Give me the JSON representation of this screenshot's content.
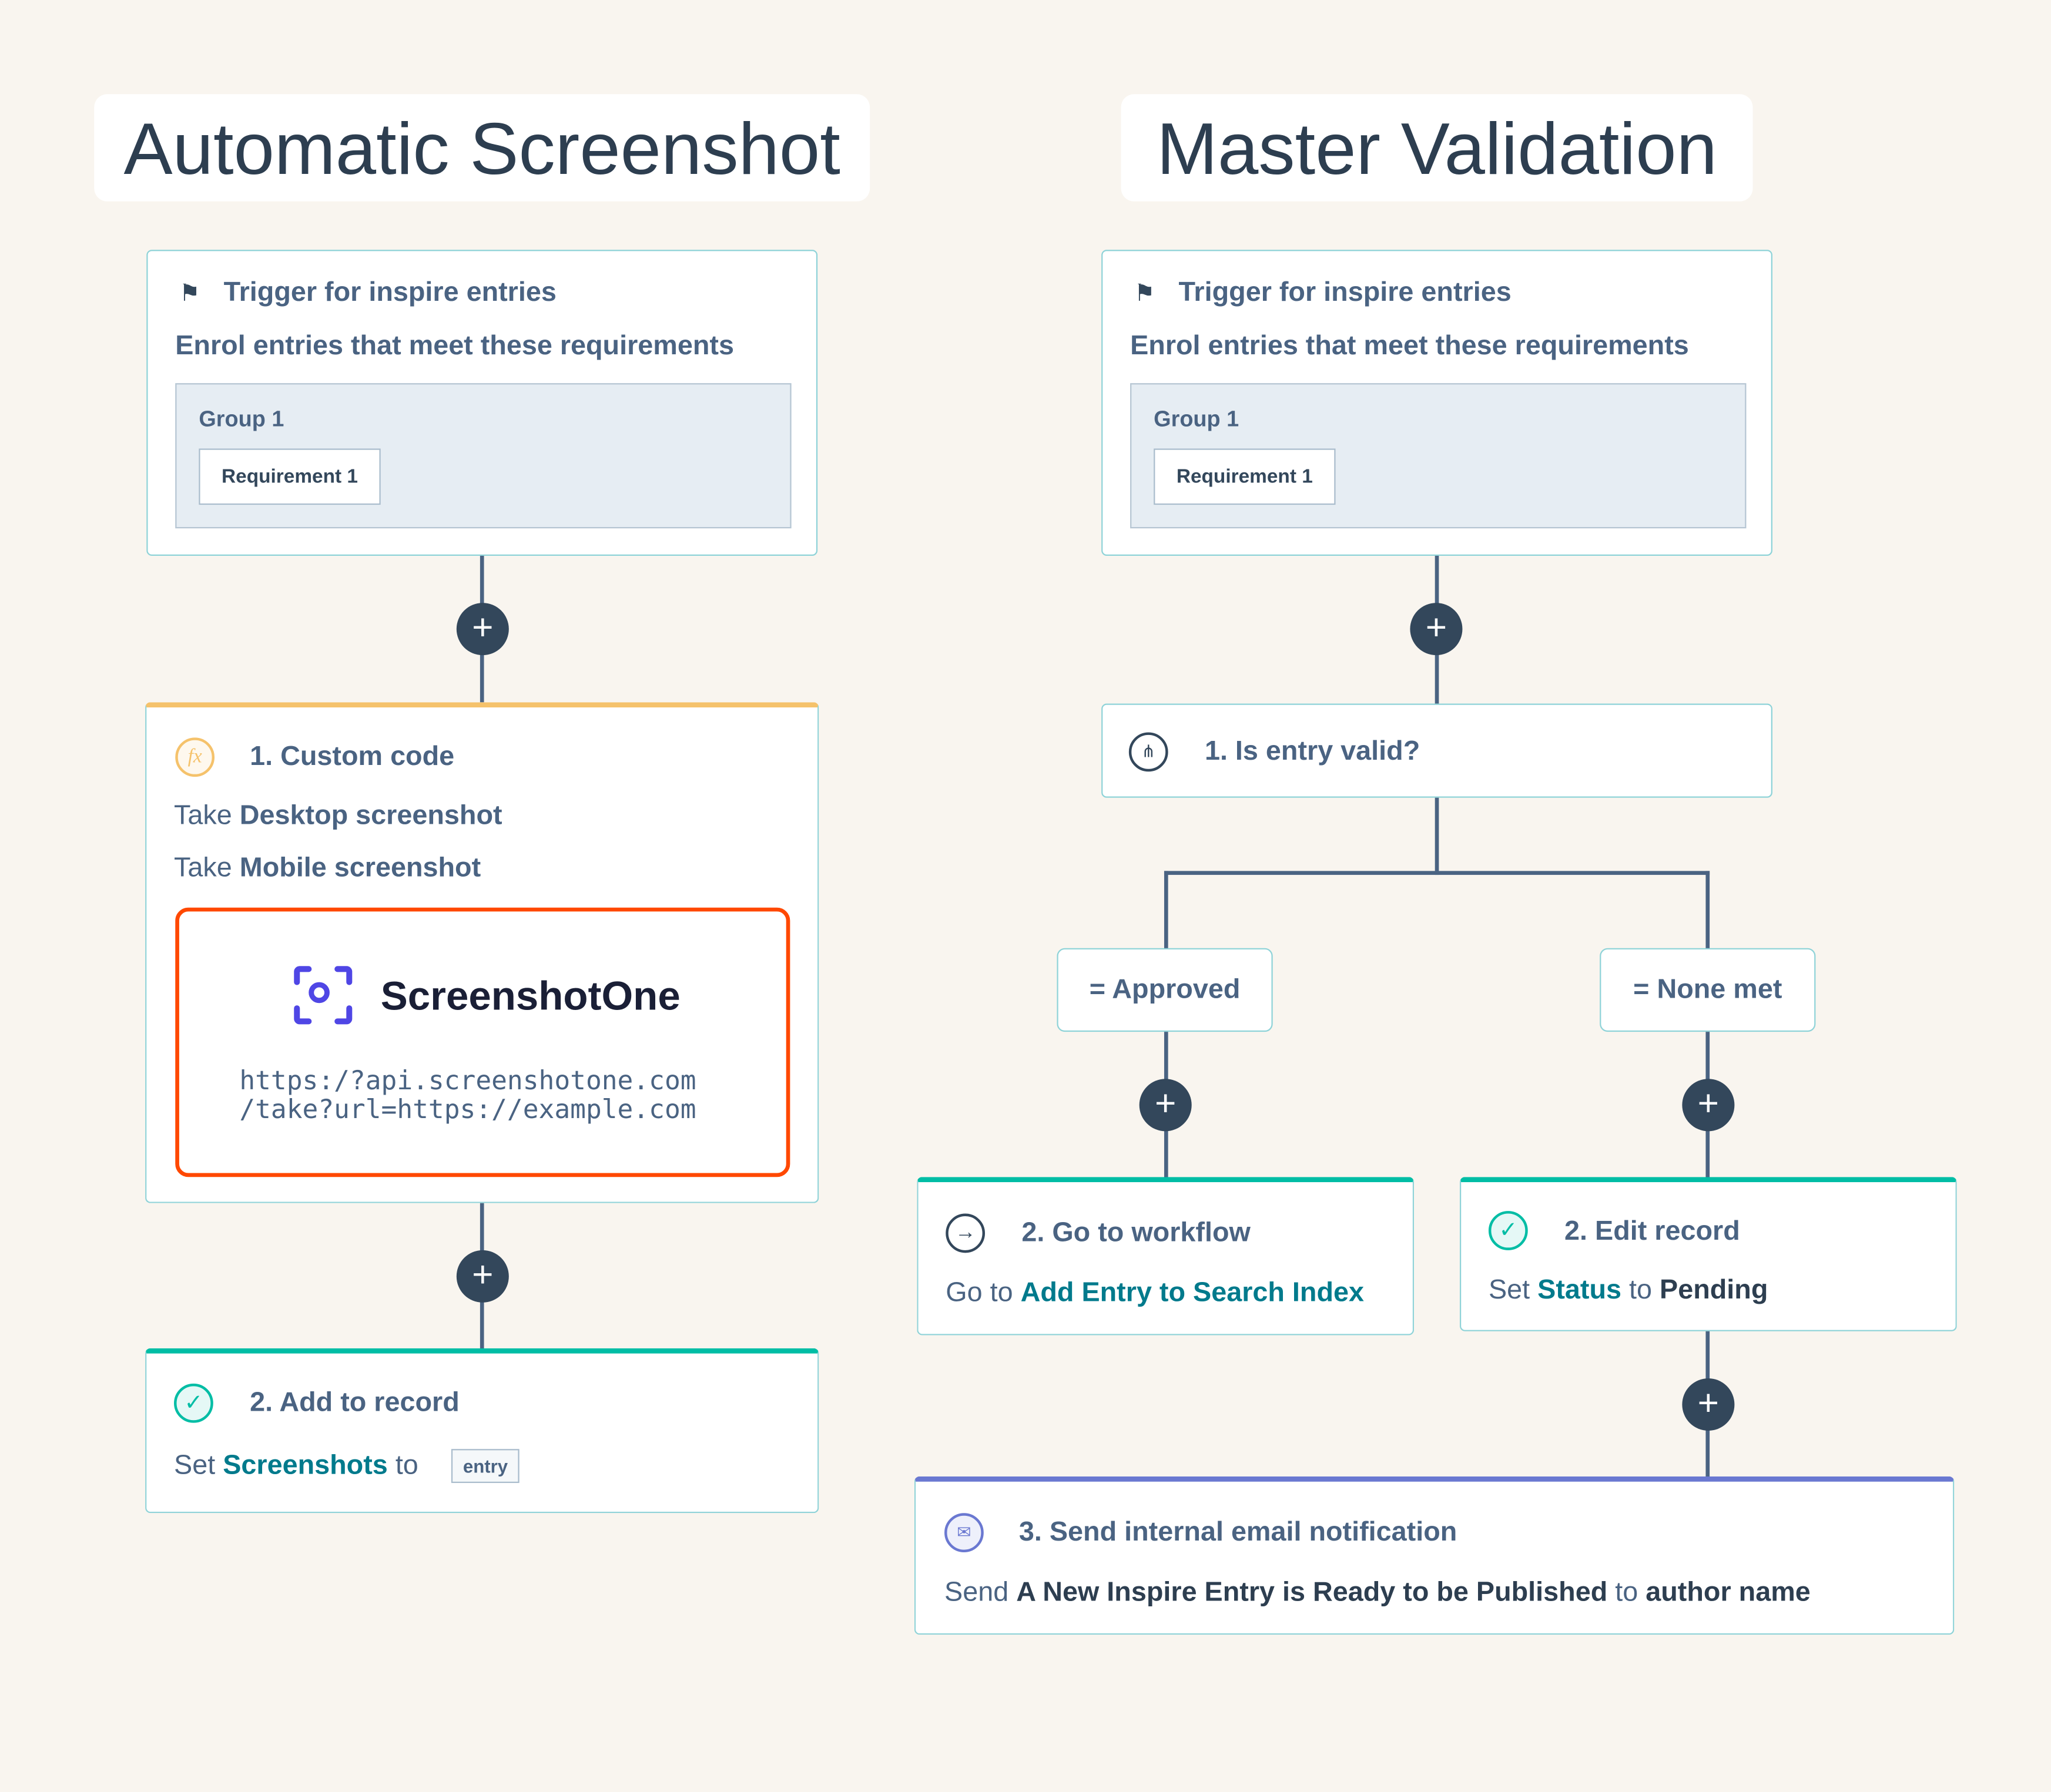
{
  "left": {
    "title": "Automatic Screenshot",
    "trigger": {
      "icon": "flag-icon",
      "title": "Trigger for inspire entries",
      "subtitle": "Enrol entries that meet these requirements",
      "group": "Group 1",
      "requirement": "Requirement 1"
    },
    "step1": {
      "icon": "function-icon",
      "title": "1. Custom code",
      "lines": [
        {
          "verb": "Take",
          "object": "Desktop screenshot"
        },
        {
          "verb": "Take",
          "object": "Mobile screenshot"
        }
      ],
      "logo_text": "ScreenshotOne",
      "url_line1": "https:/?api.screenshotone.com",
      "url_line2": "/take?url=https://example.com"
    },
    "step2": {
      "icon": "check-circle-icon",
      "title": "2. Add to record",
      "verb": "Set",
      "property": "Screenshots",
      "to": "to",
      "token": "entry"
    }
  },
  "right": {
    "title": "Master Validation",
    "trigger": {
      "icon": "flag-icon",
      "title": "Trigger for inspire entries",
      "subtitle": "Enrol entries that meet these requirements",
      "group": "Group 1",
      "requirement": "Requirement 1"
    },
    "branch": {
      "icon": "branch-icon",
      "title": "1. Is entry valid?",
      "option_a": "= Approved",
      "option_b": "= None met"
    },
    "goto": {
      "icon": "arrow-right-circle-icon",
      "title": "2. Go to workflow",
      "verb": "Go to",
      "target": "Add Entry to Search Index"
    },
    "edit": {
      "icon": "check-circle-icon",
      "title": "2. Edit record",
      "verb": "Set",
      "property": "Status",
      "to": "to",
      "value": "Pending"
    },
    "email": {
      "icon": "email-icon",
      "title": "3. Send internal email notification",
      "verb": "Send",
      "subject": "A New Inspire Entry is Ready to be Published",
      "to": "to",
      "recipient": "author name"
    }
  },
  "colors": {
    "background": "#f9f5ef",
    "teal_accent": "#00bda5",
    "orange_accent": "#f5c26b",
    "purple_accent": "#6a78d1",
    "highlight_border": "#ff4800",
    "connector": "#4a6382"
  },
  "plus_label": "+"
}
